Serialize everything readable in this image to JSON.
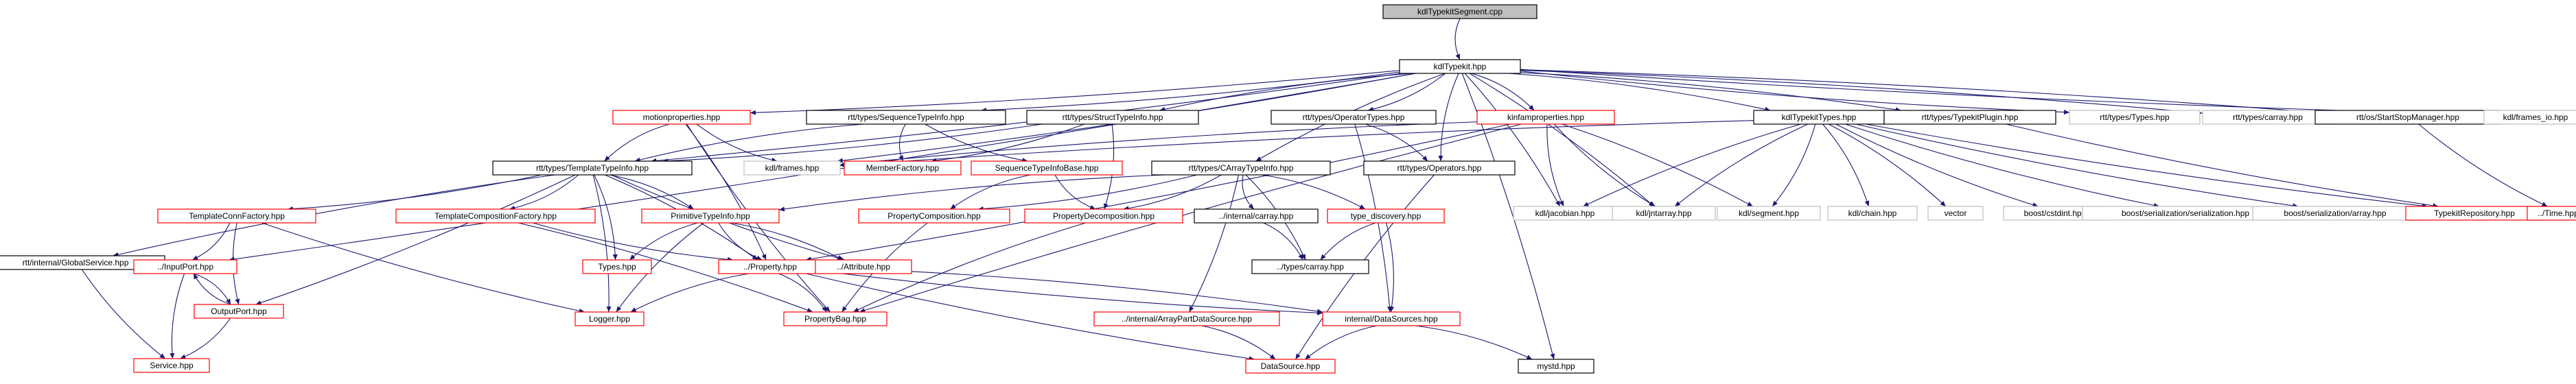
{
  "diagram": {
    "colors": {
      "background": "#ffffff",
      "root_fill": "#bfbfbf",
      "node_border": "#000000",
      "missing_border": "#bfbfbf",
      "incomplete_border": "#ff0000",
      "edge_color": "#191970",
      "text_color": "#000000",
      "label_red": "#ff0000"
    },
    "nodes": [
      {
        "id": "root",
        "label": "kdlTypekitSegment.cpp",
        "style": "root"
      },
      {
        "id": "kdlTypekit",
        "label": "kdlTypekit.hpp",
        "style": "normal"
      },
      {
        "id": "motionprops",
        "label": "motionproperties.hpp",
        "style": "incomplete"
      },
      {
        "id": "seqTypeInfo",
        "label": "rtt/types/SequenceTypeInfo.hpp",
        "style": "normal"
      },
      {
        "id": "structTypeInfo",
        "label": "rtt/types/StructTypeInfo.hpp",
        "style": "normal"
      },
      {
        "id": "opTypes",
        "label": "rtt/types/OperatorTypes.hpp",
        "style": "normal"
      },
      {
        "id": "kinfamprops",
        "label": "kinfamproperties.hpp",
        "style": "incomplete"
      },
      {
        "id": "kdlTypekitTypes",
        "label": "kdlTypekitTypes.hpp",
        "style": "normal"
      },
      {
        "id": "typekitPlugin",
        "label": "rtt/types/TypekitPlugin.hpp",
        "style": "normal"
      },
      {
        "id": "typesHpp",
        "label": "rtt/types/Types.hpp",
        "style": "missing"
      },
      {
        "id": "carrayHpp",
        "label": "rtt/types/carray.hpp",
        "style": "missing"
      },
      {
        "id": "startStop",
        "label": "rtt/os/StartStopManager.hpp",
        "style": "normal"
      },
      {
        "id": "framesIo",
        "label": "kdl/frames_io.hpp",
        "style": "missing"
      },
      {
        "id": "templTypeInfo",
        "label": "rtt/types/TemplateTypeInfo.hpp",
        "style": "normal"
      },
      {
        "id": "kdlFrames",
        "label": "kdl/frames.hpp",
        "style": "missing"
      },
      {
        "id": "memberFactory",
        "label": "MemberFactory.hpp",
        "style": "incomplete"
      },
      {
        "id": "seqTypeInfoBase",
        "label": "SequenceTypeInfoBase.hpp",
        "style": "incomplete"
      },
      {
        "id": "cArrayTypeInfo",
        "label": "rtt/types/CArrayTypeInfo.hpp",
        "style": "normal"
      },
      {
        "id": "rttOperators",
        "label": "rtt/types/Operators.hpp",
        "style": "normal"
      },
      {
        "id": "kdlJacobian",
        "label": "kdl/jacobian.hpp",
        "style": "missing"
      },
      {
        "id": "kdlJntarray",
        "label": "kdl/jntarray.hpp",
        "style": "missing"
      },
      {
        "id": "kdlSegment",
        "label": "kdl/segment.hpp",
        "style": "missing"
      },
      {
        "id": "kdlChain",
        "label": "kdl/chain.hpp",
        "style": "missing"
      },
      {
        "id": "vector",
        "label": "vector",
        "style": "missing"
      },
      {
        "id": "cstdint",
        "label": "boost/cstdint.hpp",
        "style": "missing"
      },
      {
        "id": "serialization",
        "label": "boost/serialization/serialization.hpp",
        "style": "missing"
      },
      {
        "id": "serialArray",
        "label": "boost/serialization/array.hpp",
        "style": "missing"
      },
      {
        "id": "typekitRepo",
        "label": "TypekitRepository.hpp",
        "style": "incomplete"
      },
      {
        "id": "timeHpp",
        "label": "../Time.hpp",
        "style": "incomplete"
      },
      {
        "id": "globalService",
        "label": "rtt/internal/GlobalService.hpp",
        "style": "normal"
      },
      {
        "id": "templConnFactory",
        "label": "TemplateConnFactory.hpp",
        "style": "incomplete"
      },
      {
        "id": "templCompFactory",
        "label": "TemplateCompositionFactory.hpp",
        "style": "incomplete"
      },
      {
        "id": "primTypeInfo",
        "label": "PrimitiveTypeInfo.hpp",
        "style": "incomplete"
      },
      {
        "id": "propComposition",
        "label": "PropertyComposition.hpp",
        "style": "incomplete"
      },
      {
        "id": "propDecomposition",
        "label": "PropertyDecomposition.hpp",
        "style": "incomplete"
      },
      {
        "id": "internalCarray",
        "label": "../internal/carray.hpp",
        "style": "normal"
      },
      {
        "id": "typeDiscovery",
        "label": "type_discovery.hpp",
        "style": "incomplete"
      },
      {
        "id": "inputPort",
        "label": "../InputPort.hpp",
        "style": "incomplete"
      },
      {
        "id": "typesTypes",
        "label": "Types.hpp",
        "style": "incomplete"
      },
      {
        "id": "property",
        "label": "../Property.hpp",
        "style": "incomplete"
      },
      {
        "id": "attribute",
        "label": "../Attribute.hpp",
        "style": "incomplete"
      },
      {
        "id": "typesCarray",
        "label": "../types/carray.hpp",
        "style": "normal"
      },
      {
        "id": "outputPort",
        "label": "OutputPort.hpp",
        "style": "incomplete"
      },
      {
        "id": "logger",
        "label": "Logger.hpp",
        "style": "incomplete"
      },
      {
        "id": "propertyBag",
        "label": "PropertyBag.hpp",
        "style": "incomplete"
      },
      {
        "id": "arrayPartDS",
        "label": "../internal/ArrayPartDataSource.hpp",
        "style": "incomplete"
      },
      {
        "id": "internalDS",
        "label": "internal/DataSources.hpp",
        "style": "incomplete"
      },
      {
        "id": "service",
        "label": "Service.hpp",
        "style": "incomplete"
      },
      {
        "id": "dataSource",
        "label": "DataSource.hpp",
        "style": "incomplete"
      },
      {
        "id": "mystd",
        "label": "mystd.hpp",
        "style": "normal"
      }
    ],
    "edges": [
      [
        "root",
        "kdlTypekit"
      ],
      [
        "kdlTypekit",
        "motionprops"
      ],
      [
        "kdlTypekit",
        "seqTypeInfo"
      ],
      [
        "kdlTypekit",
        "structTypeInfo"
      ],
      [
        "kdlTypekit",
        "opTypes"
      ],
      [
        "kdlTypekit",
        "kinfamprops"
      ],
      [
        "kdlTypekit",
        "kdlTypekitTypes"
      ],
      [
        "kdlTypekit",
        "typekitPlugin"
      ],
      [
        "kdlTypekit",
        "typesHpp"
      ],
      [
        "kdlTypekit",
        "carrayHpp"
      ],
      [
        "kdlTypekit",
        "startStop"
      ],
      [
        "kdlTypekit",
        "framesIo"
      ],
      [
        "kdlTypekit",
        "templTypeInfo"
      ],
      [
        "kdlTypekit",
        "kdlFrames"
      ],
      [
        "kdlTypekit",
        "cArrayTypeInfo"
      ],
      [
        "kdlTypekit",
        "rttOperators"
      ],
      [
        "kdlTypekit",
        "kdlJacobian"
      ],
      [
        "kdlTypekit",
        "kdlJntarray"
      ],
      [
        "kdlTypekit",
        "inputPort"
      ],
      [
        "kdlTypekit",
        "mystd"
      ],
      [
        "motionprops",
        "templTypeInfo"
      ],
      [
        "motionprops",
        "kdlFrames"
      ],
      [
        "motionprops",
        "property"
      ],
      [
        "motionprops",
        "propertyBag"
      ],
      [
        "seqTypeInfo",
        "templTypeInfo"
      ],
      [
        "seqTypeInfo",
        "memberFactory"
      ],
      [
        "seqTypeInfo",
        "seqTypeInfoBase"
      ],
      [
        "structTypeInfo",
        "templTypeInfo"
      ],
      [
        "structTypeInfo",
        "memberFactory"
      ],
      [
        "structTypeInfo",
        "propDecomposition"
      ],
      [
        "opTypes",
        "rttOperators"
      ],
      [
        "opTypes",
        "internalDS"
      ],
      [
        "kinfamprops",
        "kdlFrames"
      ],
      [
        "kinfamprops",
        "kdlJacobian"
      ],
      [
        "kinfamprops",
        "kdlJntarray"
      ],
      [
        "kinfamprops",
        "kdlSegment"
      ],
      [
        "kinfamprops",
        "property"
      ],
      [
        "kinfamprops",
        "propertyBag"
      ],
      [
        "kdlTypekitTypes",
        "kdlFrames"
      ],
      [
        "kdlTypekitTypes",
        "kdlJacobian"
      ],
      [
        "kdlTypekitTypes",
        "kdlJntarray"
      ],
      [
        "kdlTypekitTypes",
        "kdlSegment"
      ],
      [
        "kdlTypekitTypes",
        "kdlChain"
      ],
      [
        "kdlTypekitTypes",
        "vector"
      ],
      [
        "kdlTypekitTypes",
        "cstdint"
      ],
      [
        "kdlTypekitTypes",
        "serialization"
      ],
      [
        "kdlTypekitTypes",
        "serialArray"
      ],
      [
        "kdlTypekitTypes",
        "typekitRepo"
      ],
      [
        "typekitPlugin",
        "typekitRepo"
      ],
      [
        "startStop",
        "timeHpp"
      ],
      [
        "templTypeInfo",
        "globalService"
      ],
      [
        "templTypeInfo",
        "templConnFactory"
      ],
      [
        "templTypeInfo",
        "templCompFactory"
      ],
      [
        "templTypeInfo",
        "primTypeInfo"
      ],
      [
        "templTypeInfo",
        "typesTypes"
      ],
      [
        "templTypeInfo",
        "attribute"
      ],
      [
        "templTypeInfo",
        "outputPort"
      ],
      [
        "templTypeInfo",
        "logger"
      ],
      [
        "templTypeInfo",
        "property"
      ],
      [
        "seqTypeInfoBase",
        "propComposition"
      ],
      [
        "seqTypeInfoBase",
        "propDecomposition"
      ],
      [
        "cArrayTypeInfo",
        "primTypeInfo"
      ],
      [
        "cArrayTypeInfo",
        "propComposition"
      ],
      [
        "cArrayTypeInfo",
        "propDecomposition"
      ],
      [
        "cArrayTypeInfo",
        "internalCarray"
      ],
      [
        "cArrayTypeInfo",
        "typeDiscovery"
      ],
      [
        "cArrayTypeInfo",
        "typesCarray"
      ],
      [
        "cArrayTypeInfo",
        "arrayPartDS"
      ],
      [
        "rttOperators",
        "dataSource"
      ],
      [
        "globalService",
        "service"
      ],
      [
        "templConnFactory",
        "inputPort"
      ],
      [
        "templConnFactory",
        "outputPort"
      ],
      [
        "templConnFactory",
        "logger"
      ],
      [
        "templCompFactory",
        "property"
      ],
      [
        "templCompFactory",
        "propertyBag"
      ],
      [
        "primTypeInfo",
        "typesTypes"
      ],
      [
        "primTypeInfo",
        "property"
      ],
      [
        "primTypeInfo",
        "attribute"
      ],
      [
        "primTypeInfo",
        "logger"
      ],
      [
        "propComposition",
        "propertyBag"
      ],
      [
        "propDecomposition",
        "propertyBag"
      ],
      [
        "internalCarray",
        "typesCarray"
      ],
      [
        "typeDiscovery",
        "typesCarray"
      ],
      [
        "typeDiscovery",
        "internalDS"
      ],
      [
        "inputPort",
        "outputPort"
      ],
      [
        "inputPort",
        "service"
      ],
      [
        "outputPort",
        "inputPort"
      ],
      [
        "outputPort",
        "service"
      ],
      [
        "property",
        "propertyBag"
      ],
      [
        "property",
        "logger"
      ],
      [
        "property",
        "internalDS"
      ],
      [
        "property",
        "dataSource"
      ],
      [
        "attribute",
        "internalDS"
      ],
      [
        "arrayPartDS",
        "dataSource"
      ],
      [
        "internalDS",
        "dataSource"
      ],
      [
        "internalDS",
        "mystd"
      ]
    ]
  }
}
